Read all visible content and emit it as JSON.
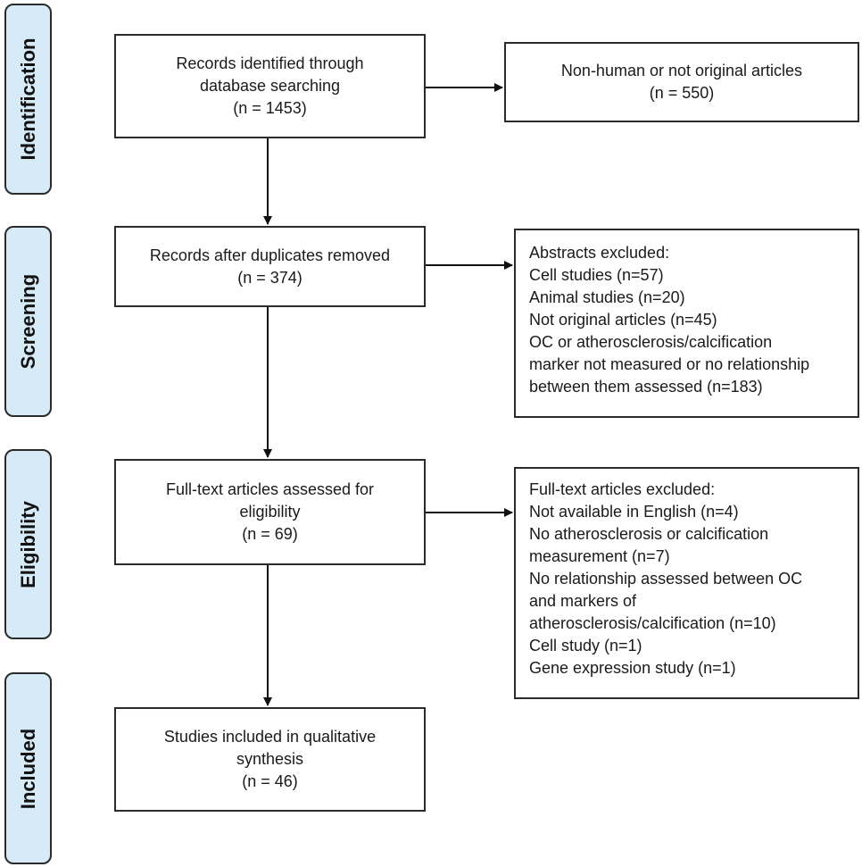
{
  "phases": [
    {
      "label": "Identification"
    },
    {
      "label": "Screening"
    },
    {
      "label": "Eligibility"
    },
    {
      "label": "Included"
    }
  ],
  "main_boxes": [
    {
      "lines": [
        "Records identified through",
        "database searching",
        "(n = 1453)"
      ]
    },
    {
      "lines": [
        "Records after duplicates removed",
        "(n = 374)"
      ]
    },
    {
      "lines": [
        "Full-text articles assessed for",
        "eligibility",
        "(n = 69)"
      ]
    },
    {
      "lines": [
        "Studies included in qualitative",
        "synthesis",
        "(n = 46)"
      ]
    }
  ],
  "side_boxes": [
    {
      "lines": [
        "Non-human or not original articles",
        "(n = 550)"
      ]
    },
    {
      "lines": [
        "Abstracts excluded:",
        "Cell studies (n=57)",
        "Animal studies (n=20)",
        "Not original articles  (n=45)",
        "OC or atherosclerosis/calcification",
        "marker not measured or no relationship",
        "between them assessed (n=183)"
      ]
    },
    {
      "lines": [
        "Full-text articles excluded:",
        "Not available in English (n=4)",
        "No atherosclerosis or calcification",
        "measurement (n=7)",
        "No relationship assessed between OC",
        "and markers of",
        "atherosclerosis/calcification (n=10)",
        "Cell study (n=1)",
        "Gene expression study (n=1)"
      ]
    }
  ]
}
